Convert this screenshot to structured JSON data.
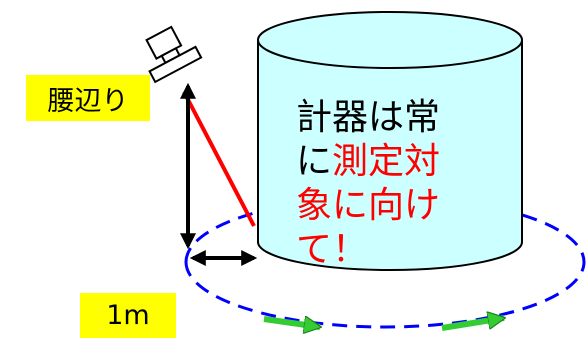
{
  "labels": {
    "waist": "腰辺り",
    "distance": "1m"
  },
  "instruction": {
    "line1": "計器は常",
    "line2_black": "に",
    "line2_red": "測定対",
    "line3": "象に向け",
    "line4": "て！"
  },
  "colors": {
    "cylinder_fill": "#ccffff",
    "highlight": "#ffff00",
    "pointer_line": "#ff0000",
    "ellipse": "#0000ff",
    "motion_arrows": "#33cc33",
    "text_emphasis": "#ff0000"
  },
  "icons": [
    "measuring-instrument-icon",
    "motion-arrow-icon"
  ]
}
